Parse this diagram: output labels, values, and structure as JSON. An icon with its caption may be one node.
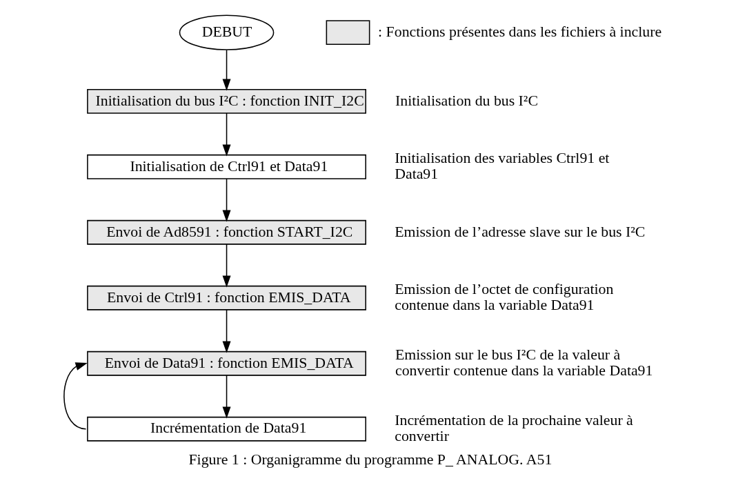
{
  "diagram": {
    "caption": "Figure 1 : Organigramme du programme P_ ANALOG. A51",
    "nodes": [
      {
        "text": [
          "DEBUT"
        ]
      },
      {
        "text": [
          "Initialisation du bus I²C : fonction INIT_I2C"
        ],
        "beside": [
          "Initialisation du bus I²C"
        ]
      },
      {
        "text": [
          "Initialisation de Ctrl91 et Data91"
        ],
        "beside": [
          "Initialisation des variables Ctrl91 et Data91"
        ]
      },
      {
        "text": [
          "Envoi de Ad8591 : fonction START_I2C"
        ],
        "beside": [
          "Emission de l’adresse slave sur le bus I²C"
        ]
      },
      {
        "text": [
          "Envoi de Ctrl91 : fonction EMIS_DATA"
        ],
        "beside": [
          "Emission de l’octet de configuration contenue dans la variable Data91"
        ]
      },
      {
        "text": [
          "Envoi de Data91 : fonction EMIS_DATA"
        ],
        "beside": [
          "Emission sur le bus I²C de la valeur à convertir contenue dans la variable Data91"
        ]
      },
      {
        "text": [
          "Incrémentation de Data91"
        ],
        "beside": [
          "Incrémentation de la prochaine valeur à convertir"
        ]
      }
    ],
    "edges": [
      {
        "from": 0,
        "to": 1,
        "arrow": "to"
      },
      {
        "from": 1,
        "to": 2,
        "arrow": "to"
      },
      {
        "from": 2,
        "to": 3,
        "arrow": "to"
      },
      {
        "from": 3,
        "to": 4,
        "arrow": "to"
      },
      {
        "from": 4,
        "to": 5,
        "arrow": "to"
      },
      {
        "from": 5,
        "to": 6,
        "arrow": "to"
      },
      {
        "from": 6,
        "to": 5,
        "arrow": "to"
      }
    ],
    "legend": [
      {
        "text": ": Fonctions présentes dans les fichiers à inclure",
        "color": "#e8e8e8"
      }
    ]
  }
}
